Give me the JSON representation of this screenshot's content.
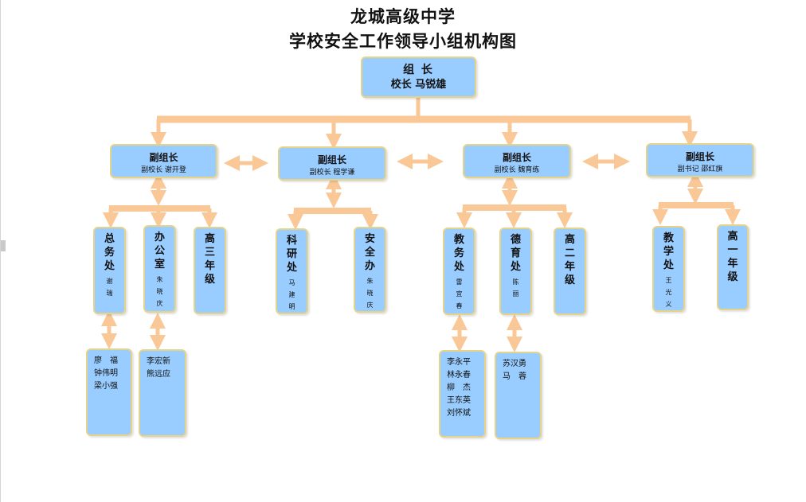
{
  "title": {
    "line1": "龙城高级中学",
    "line2": "学校安全工作领导小组机构图"
  },
  "leader": {
    "role": "组  长",
    "name": "校长  马锐雄"
  },
  "deputies": [
    {
      "role": "副组长",
      "name": "副校长  谢开登"
    },
    {
      "role": "副组长",
      "name": "副校长  程学谦"
    },
    {
      "role": "副组长",
      "name": "副校长  魏育练"
    },
    {
      "role": "副组长",
      "name": "副书记  邵红旗"
    }
  ],
  "departments": [
    {
      "name": "总务处",
      "person": "谢瑞"
    },
    {
      "name": "办公室",
      "person": "朱晓庆"
    },
    {
      "name": "高三年级",
      "person": ""
    },
    {
      "name": "科研处",
      "person": "马建明"
    },
    {
      "name": "安全办",
      "person": "朱晓庆"
    },
    {
      "name": "教务处",
      "person": "雷宜春"
    },
    {
      "name": "德育处",
      "person": "陈丽"
    },
    {
      "name": "高二年级",
      "person": ""
    },
    {
      "name": "教学处",
      "person": "王光义"
    },
    {
      "name": "高一年级",
      "person": ""
    }
  ],
  "staff_lists": [
    {
      "members": [
        "廖　福",
        "钟伟明",
        "梁小强"
      ]
    },
    {
      "members": [
        "李宏新",
        "熊远应"
      ]
    },
    {
      "members": [
        "李永平",
        "林永春",
        "柳　杰",
        "王东英",
        "刘怀斌"
      ]
    },
    {
      "members": [
        "苏汉勇",
        "马　蓉"
      ]
    }
  ],
  "colors": {
    "box_fill": "#99ccff",
    "box_border": "#e6d38a",
    "connector": "#f9c896"
  }
}
